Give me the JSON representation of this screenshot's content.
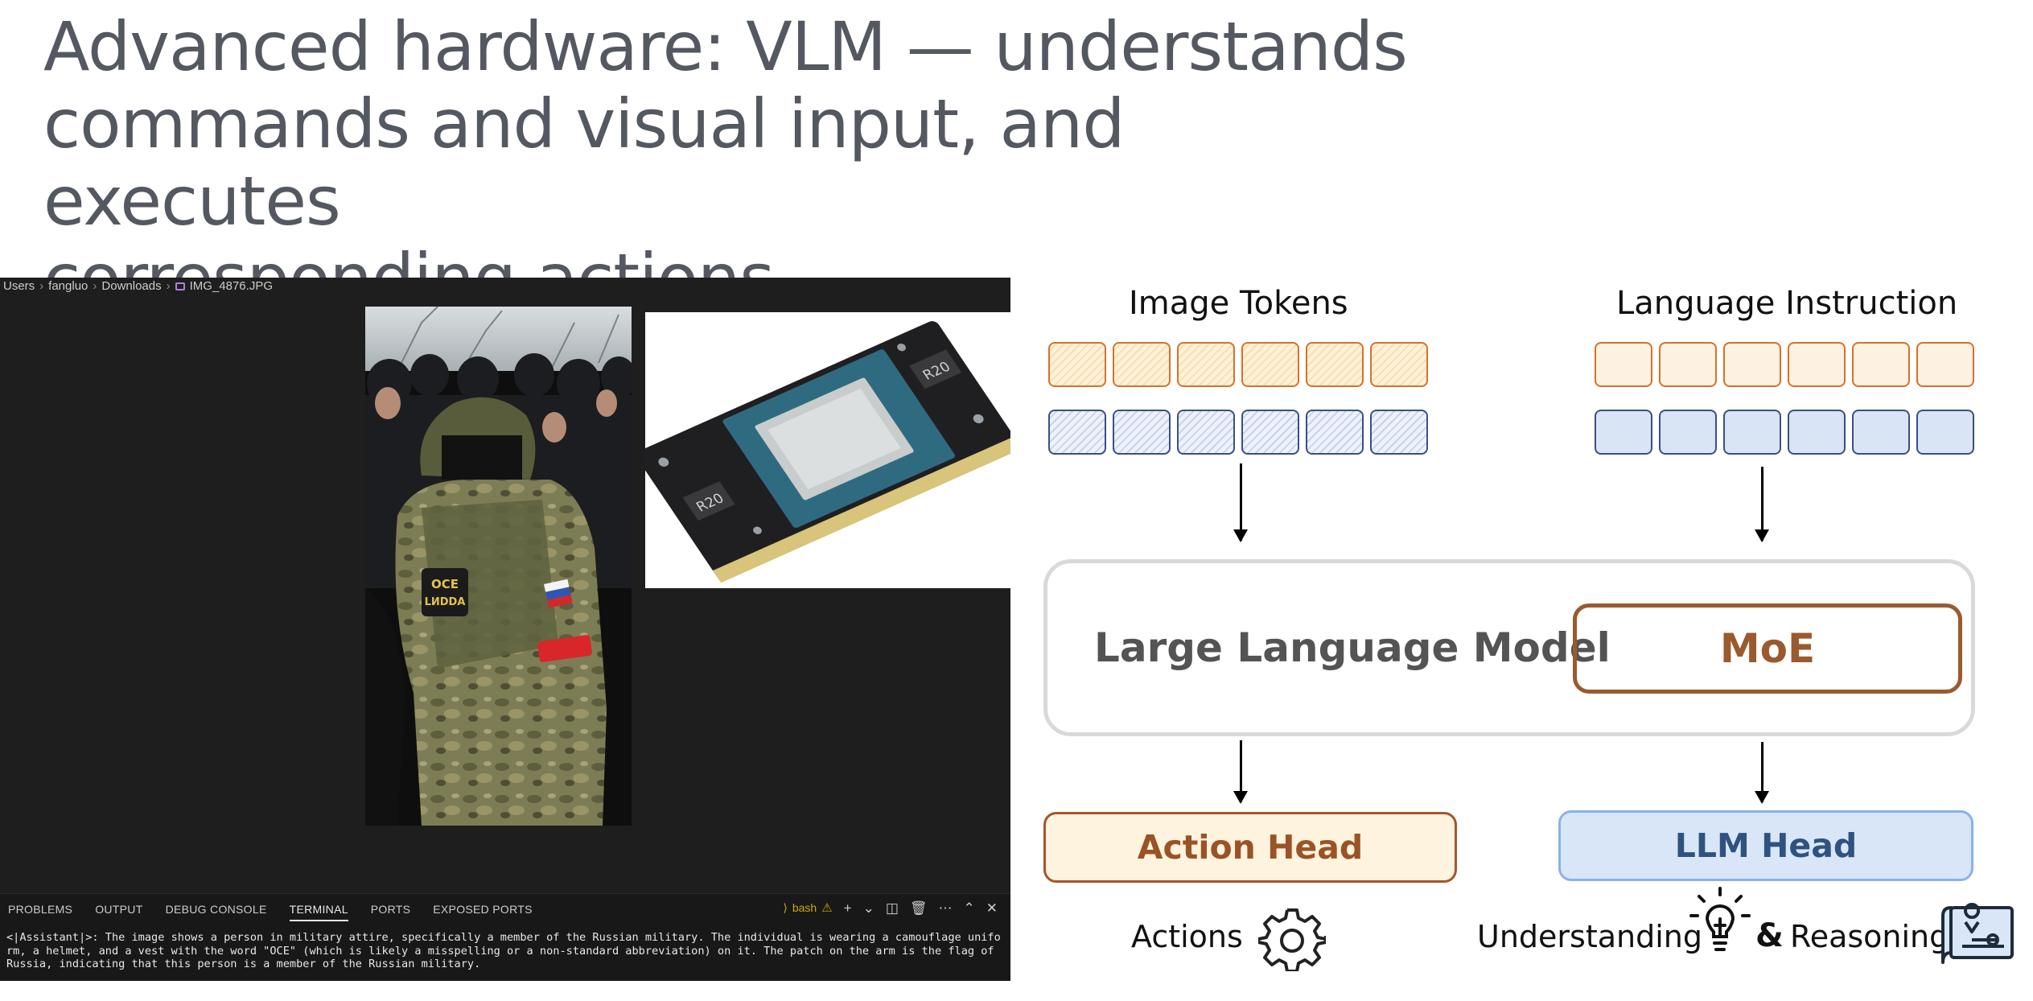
{
  "slide": {
    "title_lines": [
      "Advanced hardware: VLM — understands",
      "commands and visual input, and executes",
      "corresponding actions."
    ]
  },
  "editor": {
    "breadcrumb": [
      "Users",
      "fangluo",
      "Downloads",
      "IMG_4876.JPG"
    ],
    "image_badges": {
      "vest_patch": "OCE\nLИDDA",
      "board_chip_left": "R20",
      "board_chip_right": "R20"
    },
    "panel": {
      "tabs": [
        "PROBLEMS",
        "OUTPUT",
        "DEBUG CONSOLE",
        "TERMINAL",
        "PORTS",
        "EXPOSED PORTS"
      ],
      "active_tab": "TERMINAL",
      "shell_label": "bash",
      "terminal_text": "<|Assistant|>: The image shows a person in military attire, specifically a member of the Russian military. The individual is wearing a camouflage uniform, a helmet, and a vest with the word \"OCE\" (which is likely a misspelling or a non-standard abbreviation) on it. The patch on the arm is the flag of Russia, indicating that this person is a member of the Russian military."
    }
  },
  "diagram": {
    "image_tokens_label": "Image Tokens",
    "language_instruction_label": "Language Instruction",
    "llm_label": "Large Language Model",
    "moe_label": "MoE",
    "action_head_label": "Action Head",
    "llm_head_label": "LLM  Head",
    "actions_label": "Actions",
    "understanding_label": "Understanding",
    "ampersand": "&",
    "reasoning_label": "Reasoning",
    "colors": {
      "orange_border": "#d8702d",
      "blue_border": "#3a4f86",
      "moe": "#9a5a2e",
      "action_head_fill": "#fdf3df",
      "llm_head_fill": "#d9e6f8"
    },
    "icons": [
      "gear-icon",
      "lightbulb-icon",
      "map-icon"
    ]
  }
}
